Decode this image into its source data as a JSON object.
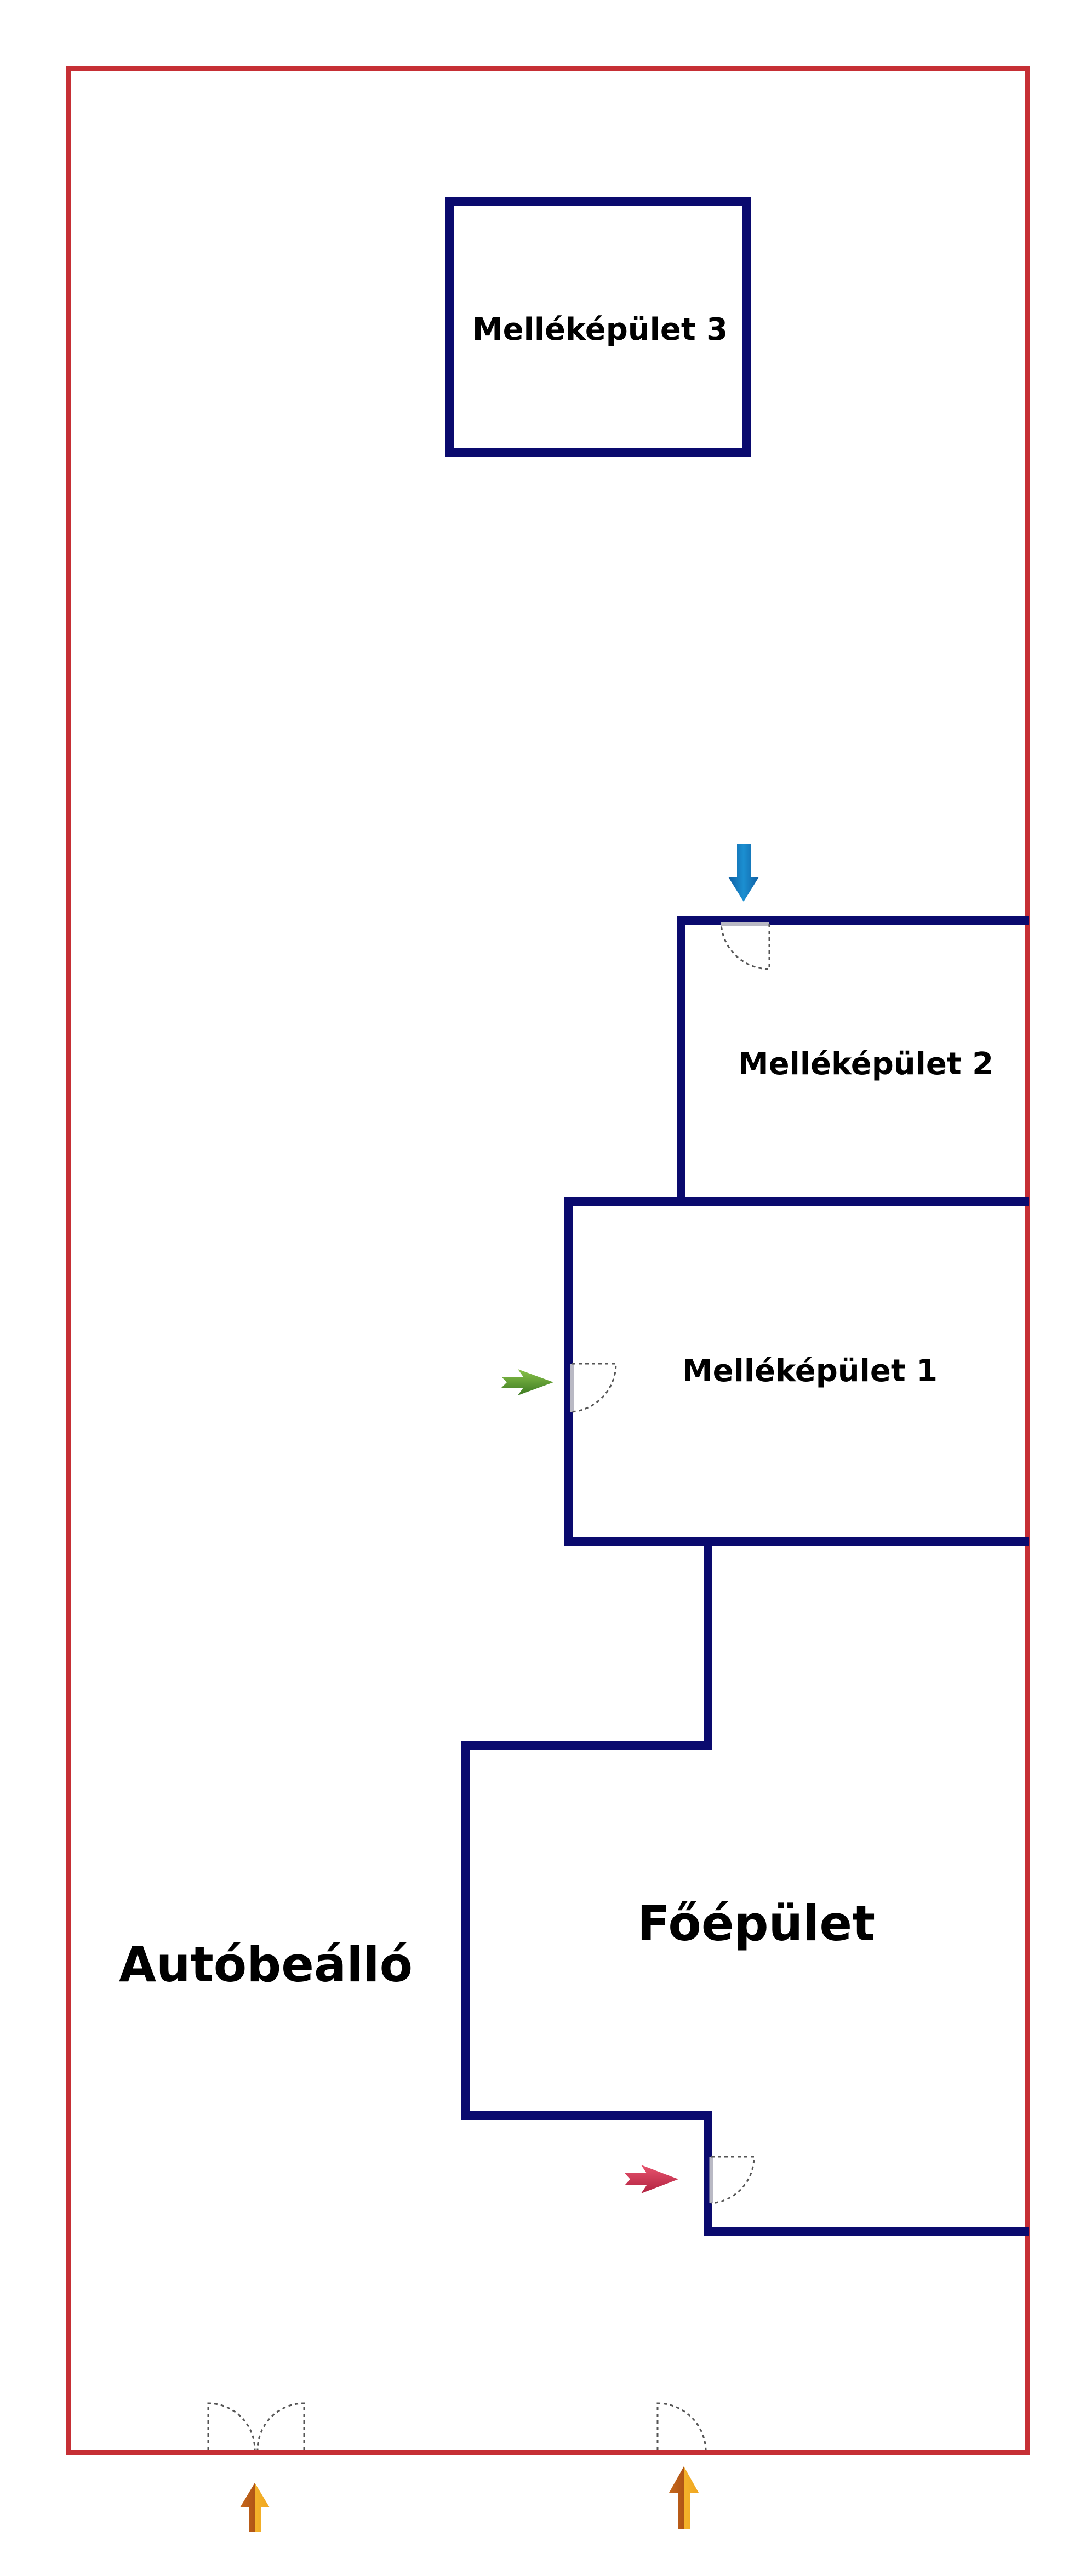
{
  "colors": {
    "plot_boundary": "#c62f35",
    "wall": "#0a0a6e",
    "arrow_blue": "#1b8fd1",
    "arrow_green": "#5aa832",
    "arrow_red": "#d23050",
    "arrow_orange": "#e59a1e"
  },
  "labels": {
    "building3": "Melléképület 3",
    "building2": "Melléképület 2",
    "building1": "Melléképület 1",
    "main_building": "Főépület",
    "carport": "Autóbeálló"
  },
  "icons": {
    "arrow_top": "arrow-down-icon",
    "arrow_left": "arrow-right-icon",
    "arrow_main": "arrow-right-icon",
    "arrow_gate_left": "arrow-up-icon",
    "arrow_gate_right": "arrow-up-icon",
    "door": "door-icon"
  }
}
